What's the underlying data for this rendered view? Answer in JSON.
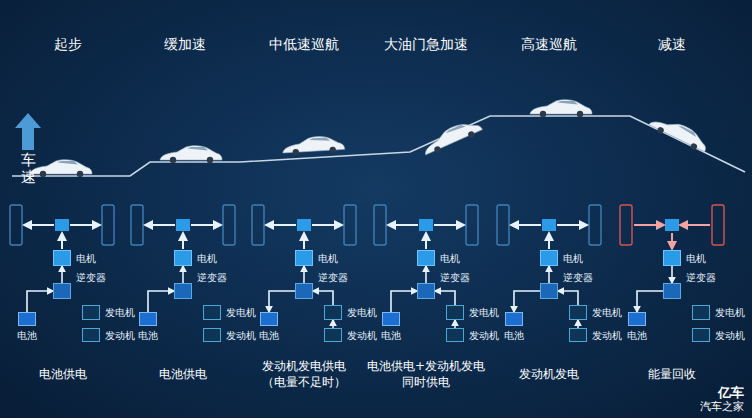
{
  "diagram": {
    "nodes": [
      {
        "text": [
          "电机"
        ]
      },
      {
        "text": [
          "逆变器"
        ]
      },
      {
        "text": [
          "发电机"
        ]
      },
      {
        "text": [
          "电池"
        ]
      },
      {
        "text": [
          "发动机"
        ]
      },
      {
        "text": [
          "电机"
        ]
      },
      {
        "text": [
          "逆变器"
        ]
      },
      {
        "text": [
          "发电机"
        ]
      },
      {
        "text": [
          "电池"
        ]
      },
      {
        "text": [
          "发动机"
        ]
      },
      {
        "text": [
          "电机"
        ]
      },
      {
        "text": [
          "逆变器"
        ]
      },
      {
        "text": [
          "发电机"
        ]
      },
      {
        "text": [
          "电池"
        ]
      },
      {
        "text": [
          "发动机"
        ]
      },
      {
        "text": [
          "电机"
        ]
      },
      {
        "text": [
          "逆变器"
        ]
      },
      {
        "text": [
          "发电机"
        ]
      },
      {
        "text": [
          "电池"
        ]
      },
      {
        "text": [
          "发动机"
        ]
      },
      {
        "text": [
          "电机"
        ]
      },
      {
        "text": [
          "逆变器"
        ]
      },
      {
        "text": [
          "发电机"
        ]
      },
      {
        "text": [
          "电池"
        ]
      },
      {
        "text": [
          "发动机"
        ]
      },
      {
        "text": [
          "电机"
        ]
      },
      {
        "text": [
          "逆变器"
        ]
      },
      {
        "text": [
          "发电机"
        ]
      },
      {
        "text": [
          "电池"
        ]
      },
      {
        "text": [
          "发动机"
        ]
      }
    ],
    "edges": [
      {
        "from": 3,
        "to": 1,
        "arrow": "to"
      },
      {
        "from": 1,
        "to": 0,
        "arrow": "to"
      },
      {
        "from": 8,
        "to": 6,
        "arrow": "to"
      },
      {
        "from": 6,
        "to": 5,
        "arrow": "to"
      },
      {
        "from": 14,
        "to": 12,
        "arrow": "to"
      },
      {
        "from": 12,
        "to": 11,
        "arrow": "to"
      },
      {
        "from": 11,
        "to": 10,
        "arrow": "to"
      },
      {
        "from": 11,
        "to": 13,
        "arrow": "to"
      },
      {
        "from": 18,
        "to": 16,
        "arrow": "to"
      },
      {
        "from": 19,
        "to": 17,
        "arrow": "to"
      },
      {
        "from": 17,
        "to": 16,
        "arrow": "to"
      },
      {
        "from": 16,
        "to": 15,
        "arrow": "to"
      },
      {
        "from": 24,
        "to": 22,
        "arrow": "to"
      },
      {
        "from": 22,
        "to": 21,
        "arrow": "to"
      },
      {
        "from": 21,
        "to": 20,
        "arrow": "to"
      },
      {
        "from": 21,
        "to": 23,
        "arrow": "to"
      },
      {
        "from": 25,
        "to": 26,
        "arrow": "to"
      },
      {
        "from": 26,
        "to": 28,
        "arrow": "to"
      }
    ],
    "labels": [
      "起步",
      "缓加速",
      "中低速巡航",
      "大油门急加速",
      "高速巡航",
      "减速",
      "车速",
      "电池供电",
      "电池供电",
      "发动机发电供电",
      "（电量不足时）",
      "电池供电+发动机发电同时供电",
      "发动机发电",
      "能量回收",
      "亿车",
      "汽车之家"
    ]
  }
}
